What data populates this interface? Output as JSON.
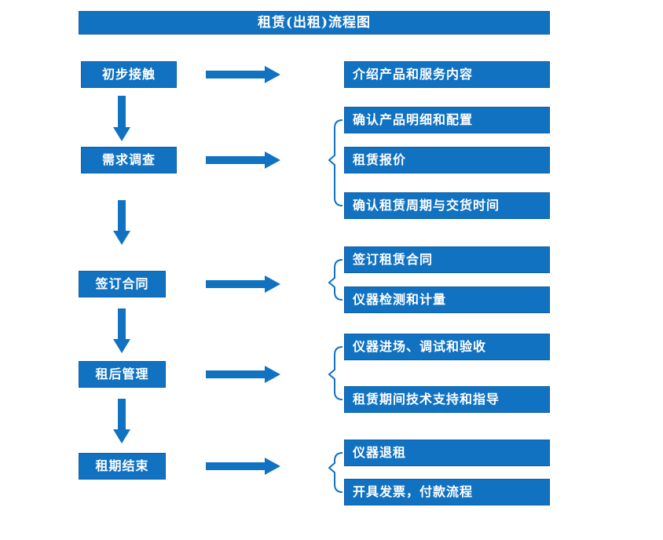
{
  "title": "租赁(出租)流程图",
  "colors": {
    "accent": "#1272C2",
    "text": "#FFFFFF",
    "background": "#FFFFFF"
  },
  "flow": [
    {
      "step": "初步接触",
      "details": [
        "介绍产品和服务内容"
      ]
    },
    {
      "step": "需求调查",
      "details": [
        "确认产品明细和配置",
        "租赁报价",
        "确认租赁周期与交货时间"
      ]
    },
    {
      "step": "签订合同",
      "details": [
        "签订租赁合同",
        "仪器检测和计量"
      ]
    },
    {
      "step": "租后管理",
      "details": [
        "仪器进场、调试和验收",
        "租赁期间技术支持和指导"
      ]
    },
    {
      "step": "租期结束",
      "details": [
        "仪器退租",
        "开具发票，付款流程"
      ]
    }
  ]
}
